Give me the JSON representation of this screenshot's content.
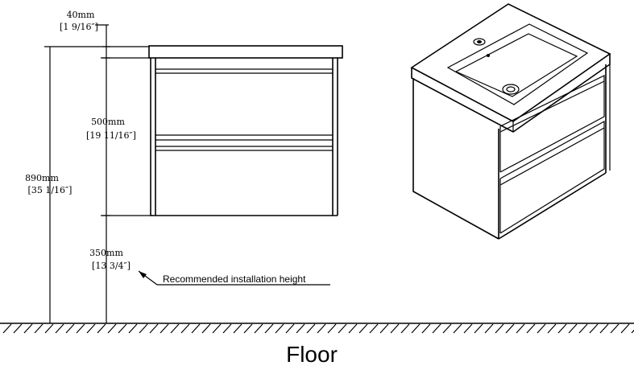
{
  "dimensions": {
    "top": {
      "mm": "40mm",
      "inch": "[1 9/16″]"
    },
    "cabinet": {
      "mm": "500mm",
      "inch": "[19 11/16″]"
    },
    "total": {
      "mm": "890mm",
      "inch": "[35 1/16″]"
    },
    "install": {
      "mm": "350mm",
      "inch": "[13 3/4″]"
    }
  },
  "note": "Recommended installation height",
  "floor_label": "Floor"
}
